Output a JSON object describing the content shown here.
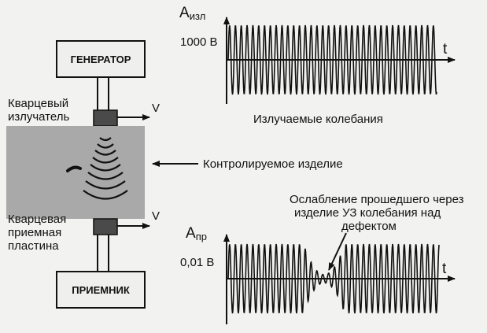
{
  "diagram": {
    "generator_label": "ГЕНЕРАТОР",
    "receiver_label": "ПРИЕМНИК",
    "emitter_label_line1": "Кварцевый",
    "emitter_label_line2": "излучатель",
    "receiver_plate_line1": "Кварцевая",
    "receiver_plate_line2": "приемная",
    "receiver_plate_line3": "пластина",
    "velocity_label": "V",
    "specimen_label": "Контролируемое изделие"
  },
  "top_graph": {
    "axis_main": "A",
    "axis_sub": "изл",
    "amplitude_label": "1000 В",
    "time_label": "t",
    "caption": "Излучаемые колебания"
  },
  "bottom_graph": {
    "axis_main": "A",
    "axis_sub": "пр",
    "amplitude_label": "0,01 В",
    "time_label": "t",
    "annotation_line1": "Ослабление прошедшего через",
    "annotation_line2": "изделие УЗ колебания над",
    "annotation_line3": "дефектом"
  },
  "colors": {
    "specimen": "#a9a9a9",
    "line": "#111111",
    "box_fill": "#efefed",
    "transducer": "#4a4a4a"
  }
}
